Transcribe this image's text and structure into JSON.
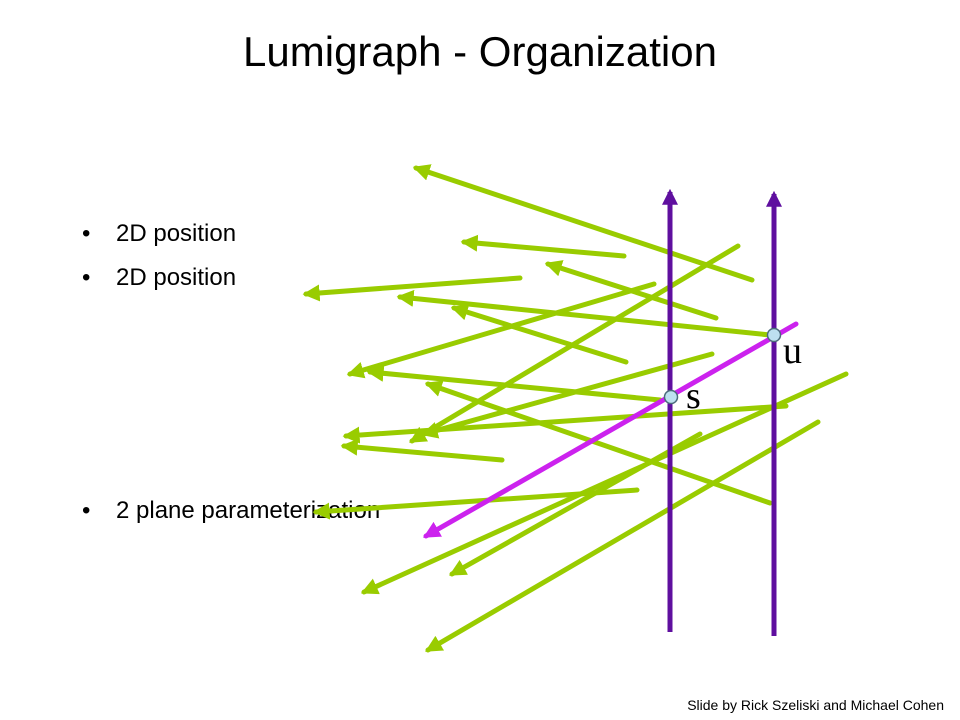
{
  "slide": {
    "title": "Lumigraph - Organization",
    "bullets": [
      "2D position",
      "2D position",
      "2 plane parameterization"
    ],
    "credit": "Slide by Rick Szeliski and Michael Cohen"
  },
  "diagram": {
    "labels": {
      "s": "s",
      "u": "u"
    },
    "colors": {
      "ray": "#99cc00",
      "plane": "#5f0f9f",
      "line": "#cc22ee",
      "point_fill": "#bde0f0",
      "point_stroke": "#4a6a7a"
    }
  }
}
